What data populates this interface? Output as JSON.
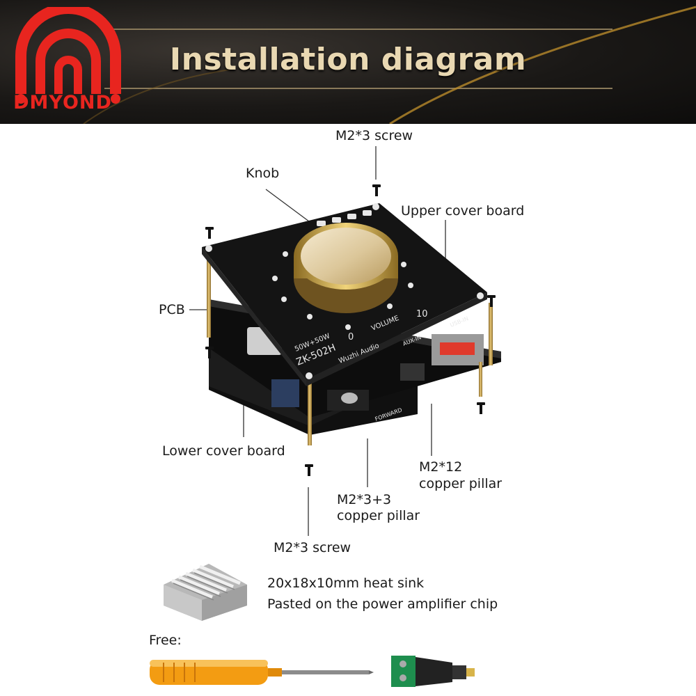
{
  "banner": {
    "title": "Installation diagram",
    "logo_text": "DMYOND"
  },
  "labels": {
    "top_screw": "M2*3 screw",
    "knob": "Knob",
    "upper_cover": "Upper cover board",
    "pcb": "PCB",
    "lower_cover": "Lower cover board",
    "pillar_12_line1": "M2*12",
    "pillar_12_line2": "copper pillar",
    "pillar_33_line1": "M2*3+3",
    "pillar_33_line2": "copper pillar",
    "bottom_screw": "M2*3 screw"
  },
  "board_print": {
    "model": "ZK-502H",
    "power": "50W+50W",
    "brand": "Wuzhi Audio",
    "volume": "VOLUME",
    "aux": "AUX-IN",
    "usb": "USB-IN",
    "forward": "FORWARD",
    "scale_min": "0",
    "scale_max": "10"
  },
  "heatsink": {
    "line1": "20x18x10mm heat sink",
    "line2": "Pasted on the power amplifier chip"
  },
  "free": {
    "label": "Free:"
  },
  "colors": {
    "brand_red": "#e8251f",
    "banner_gold": "#e9d8b2",
    "board_black": "#141414",
    "knob_gold": "#c9a54a",
    "handle_orange": "#f39c12",
    "terminal_green": "#1e8e4e"
  }
}
